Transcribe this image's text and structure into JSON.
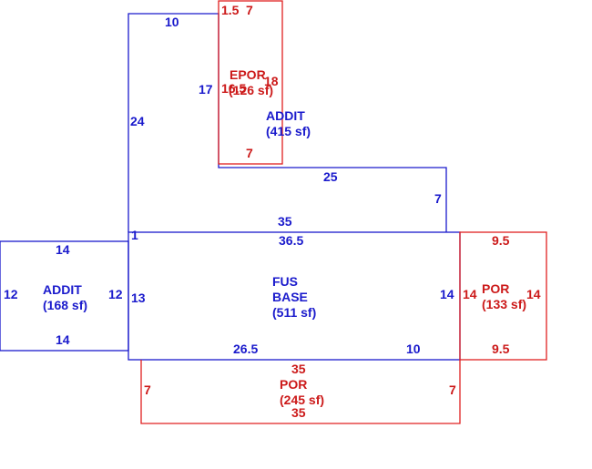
{
  "colors": {
    "blue": "#1a1acc",
    "red": "#cc1a1a",
    "background": "#ffffff"
  },
  "areas": {
    "addit_top": {
      "name": "ADDIT",
      "area": "(415 sf)"
    },
    "epor": {
      "name": "EPOR",
      "area": "(126 sf)"
    },
    "addit_left": {
      "name": "ADDIT",
      "area": "(168 sf)"
    },
    "fus_base": {
      "name_line1": "FUS",
      "name_line2": "BASE",
      "area": "(511 sf)"
    },
    "por_right": {
      "name": "POR",
      "area": "(133 sf)"
    },
    "por_bottom": {
      "name": "POR",
      "area": "(245 sf)"
    }
  },
  "dimensions": {
    "addit_top_top": "10",
    "addit_top_left": "24",
    "addit_top_inner": "17",
    "addit_top_lower": "25",
    "addit_top_right": "7",
    "addit_top_bottom": "35",
    "addit_top_stub": "1",
    "epor_top_a": "1.5",
    "epor_top_b": "7",
    "epor_left": "16.5",
    "epor_right": "18",
    "epor_bottom": "7",
    "addit_left_top": "14",
    "addit_left_bottom": "14",
    "addit_left_left": "12",
    "addit_left_right": "12",
    "fus_top": "36.5",
    "fus_left": "13",
    "fus_right": "14",
    "fus_bottom_a": "26.5",
    "fus_bottom_b": "10",
    "por_right_top": "9.5",
    "por_right_bottom": "9.5",
    "por_right_left": "14",
    "por_right_right": "14",
    "por_bottom_top": "35",
    "por_bottom_bottom": "35",
    "por_bottom_left": "7",
    "por_bottom_right": "7"
  }
}
